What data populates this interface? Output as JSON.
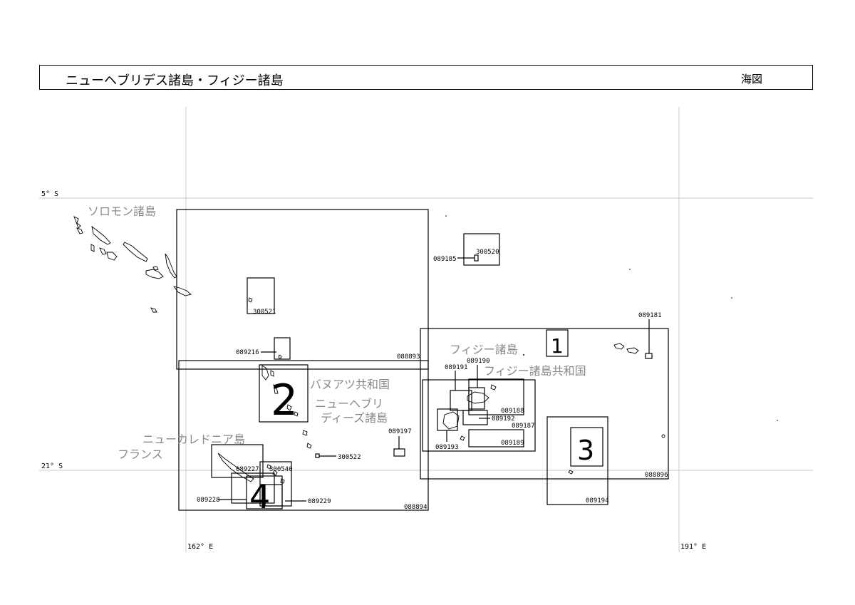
{
  "header": {
    "title": "ニューヘブリデス諸島・フィジー諸島",
    "kind": "海図"
  },
  "axes": {
    "lat_north": "5° S",
    "lat_south": "21° S",
    "lon_west": "162° E",
    "lon_east": "191° E"
  },
  "places": {
    "solomon": "ソロモン諸島",
    "fiji": "フィジー諸島",
    "fiji_republic": "フィジー諸島共和国",
    "vanuatu": "バヌアツ共和国",
    "new_hebrides_1": "ニューヘブリ",
    "new_hebrides_2": "ディーズ諸島",
    "new_caledonia": "ニューカレドニア島",
    "france": "フランス"
  },
  "areas": {
    "a1": "1",
    "a2": "2",
    "a3": "3",
    "a4": "4"
  },
  "charts": {
    "c088893": "088893",
    "c088894": "088894",
    "c088896": "088896",
    "c300521": "300521",
    "c089216": "089216",
    "c300520": "300520",
    "c089185": "089185",
    "c089181": "089181",
    "c089191": "089191",
    "c089190": "089190",
    "c089188": "089188",
    "c089192": "089192",
    "c089187": "089187",
    "c089193": "089193",
    "c089189": "089189",
    "c089197": "089197",
    "c300522": "300522",
    "c089227": "089227",
    "c300540": "300540",
    "c089228": "089228",
    "c089229": "089229",
    "c089194": "089194"
  }
}
